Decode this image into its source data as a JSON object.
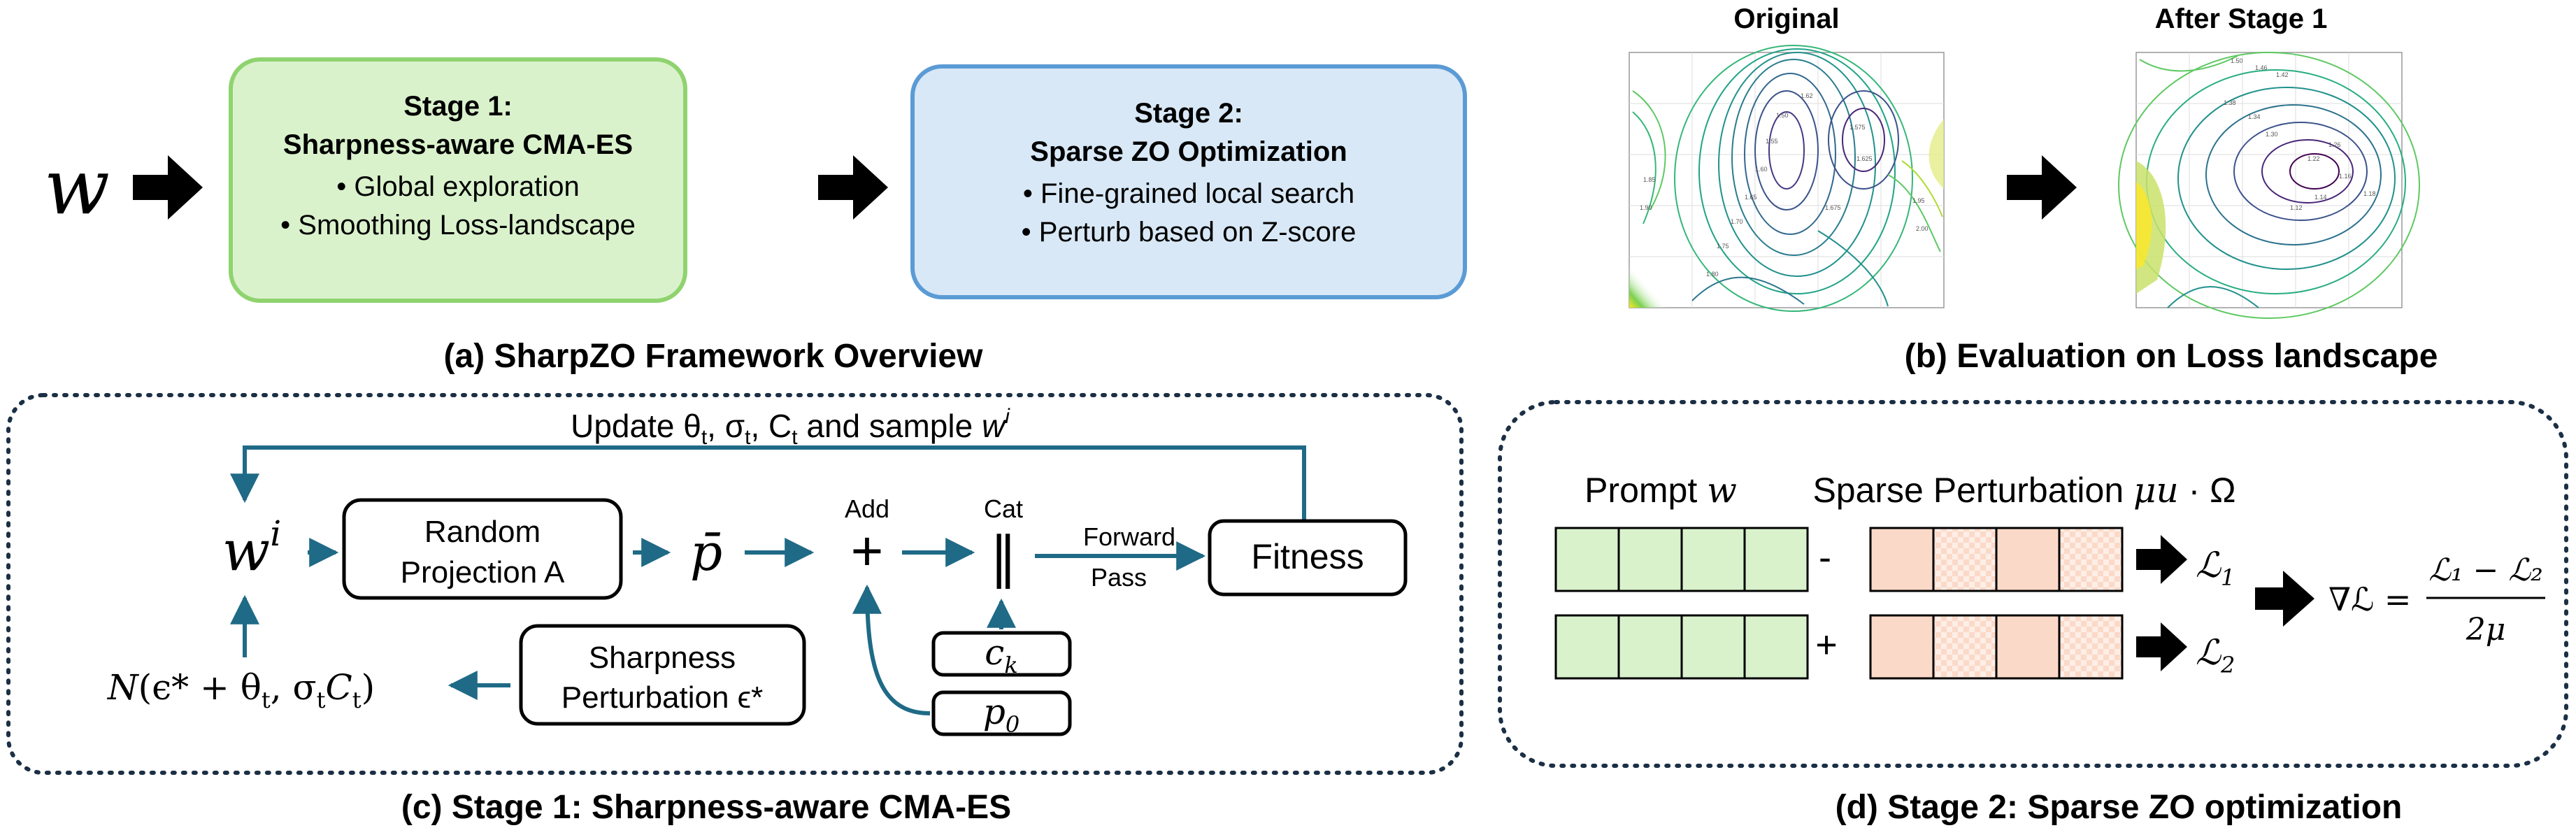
{
  "panel_a": {
    "input_var": "w",
    "stage1": {
      "title_line1": "Stage 1:",
      "title_line2": "Sharpness-aware CMA-ES",
      "bullets": [
        "Global exploration",
        "Smoothing Loss-landscape"
      ]
    },
    "stage2": {
      "title_line1": "Stage 2:",
      "title_line2": "Sparse ZO Optimization",
      "bullets": [
        "Fine-grained local search",
        "Perturb based on Z-score"
      ]
    },
    "caption": "(a) SharpZO Framework Overview",
    "colors": {
      "stage1_fill": "#d9f2cc",
      "stage1_border": "#8fd36f",
      "stage2_fill": "#d8e8f6",
      "stage2_border": "#5b9bd5"
    }
  },
  "panel_b": {
    "left_title": "Original",
    "right_title": "After Stage 1",
    "left_contour_labels": [
      "1.50",
      "1.55",
      "1.60",
      "1.62",
      "1.65",
      "1.70",
      "1.75",
      "1.80",
      "1.85",
      "1.90",
      "1.95",
      "2.00",
      "1.575",
      "1.625",
      "1.675"
    ],
    "right_contour_labels": [
      "1.22",
      "1.26",
      "1.30",
      "1.34",
      "1.38",
      "1.42",
      "1.46",
      "1.50",
      "1.16",
      "1.18",
      "1.14",
      "1.12"
    ],
    "caption": "(b) Evaluation on Loss landscape"
  },
  "panel_c": {
    "update_label": "Update θ_t, σ_t, C_t and sample w^i",
    "wi_label": "w",
    "wi_sup": "i",
    "random_projection": {
      "line1": "Random",
      "line2": "Projection A"
    },
    "pbar": "p̄",
    "add_label": "Add",
    "add_symbol": "+",
    "cat_label": "Cat",
    "cat_symbol": "∥",
    "forward_line1": "Forward",
    "forward_line2": "Pass",
    "fitness": "Fitness",
    "ck": "c",
    "ck_sub": "k",
    "p0": "p",
    "p0_sub": "0",
    "sharpness": {
      "line1": "Sharpness",
      "line2": "Perturbation ϵ*"
    },
    "normal_dist": "N(ϵ* + θ_t, σ_t C_t)",
    "caption": "(c) Stage 1: Sharpness-aware CMA-ES",
    "colors": {
      "arrow": "#1f6a86"
    }
  },
  "panel_d": {
    "prompt_label": "Prompt w",
    "perturb_label": "Sparse Perturbation μu · Ω",
    "minus": "-",
    "plus": "+",
    "l1": "ℒ",
    "l1_sub": "1",
    "l2": "ℒ",
    "l2_sub": "2",
    "grad_lhs": "∇ℒ =",
    "grad_num": "ℒ₁ − ℒ₂",
    "grad_den": "2μ",
    "caption": "(d) Stage 2: Sparse ZO optimization",
    "colors": {
      "prompt_fill": "#d9f2cc",
      "perturb_fill": "#fbd9c8"
    }
  }
}
